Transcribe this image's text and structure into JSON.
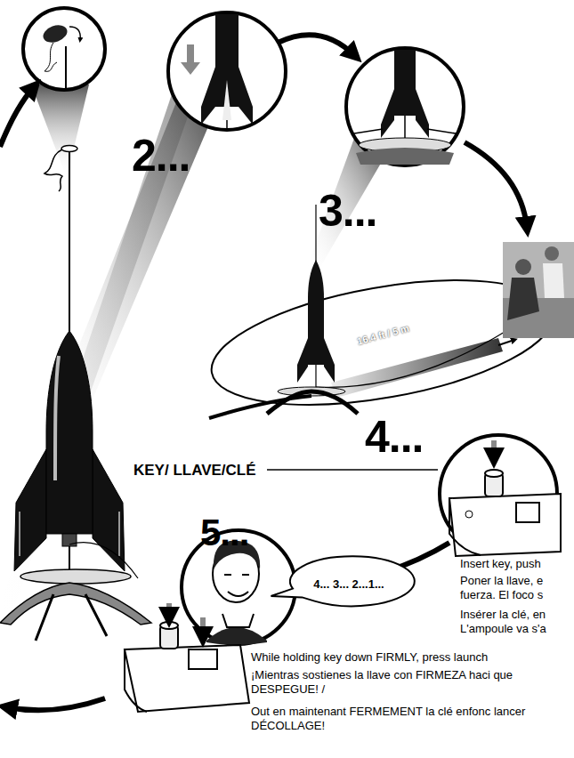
{
  "diagram": {
    "nodes": [
      {
        "text": [
          "4... 3... 2...1..."
        ]
      }
    ],
    "labels": [
      "2...",
      "3...",
      "16.4 ft / 5 m",
      "4...",
      "KEY/ LLAVE/CLÉ",
      "5...",
      "Insert key, push",
      "Poner la llave, e fuerza. El foco s",
      "Insérer la clé, en L'ampoule va s'a",
      "While holding key down FIRMLY, press launch",
      "¡Mientras sostienes la llave con FIRMEZA haci que DESPEGUE! /",
      "Out en maintenant FERMEMENT la clé enfonc lancer DÉCOLLAGE!"
    ]
  }
}
